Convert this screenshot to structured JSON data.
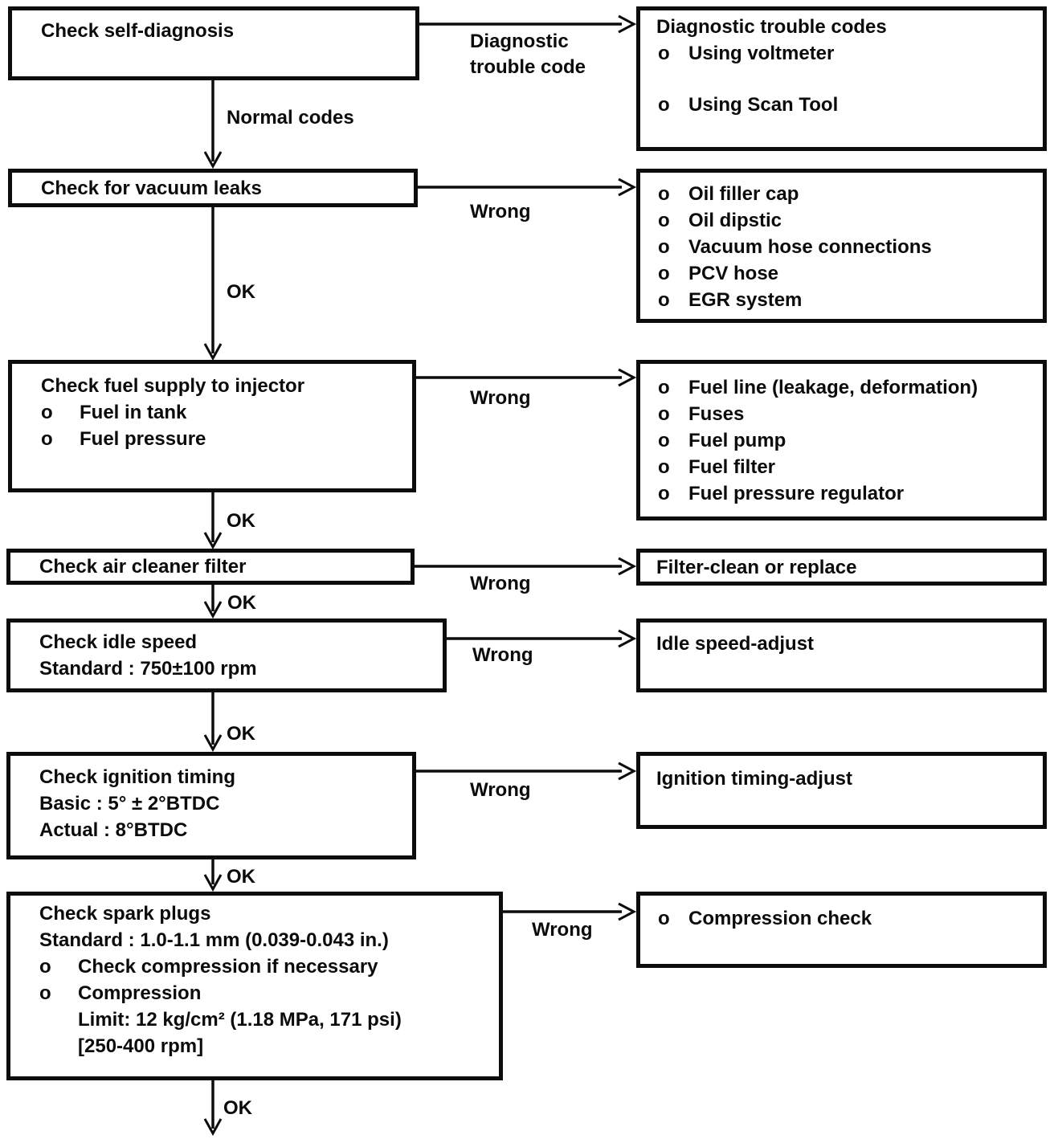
{
  "bullet_char": "o",
  "flow": {
    "steps": [
      {
        "title": "Check self-diagnosis"
      },
      {
        "title": "Check for vacuum leaks"
      },
      {
        "title": "Check fuel supply to injector",
        "bullets": [
          "Fuel in tank",
          "Fuel pressure"
        ]
      },
      {
        "title": "Check air cleaner filter"
      },
      {
        "title": "Check idle speed",
        "lines": [
          "Standard : 750±100 rpm"
        ]
      },
      {
        "title": "Check ignition timing",
        "lines": [
          "Basic : 5° ± 2°BTDC",
          "Actual : 8°BTDC"
        ]
      },
      {
        "title": "Check spark plugs",
        "lines": [
          "Standard : 1.0-1.1 mm (0.039-0.043 in.)"
        ],
        "bullets": [
          "Check compression if necessary",
          "Compression"
        ],
        "sublines": [
          "Limit: 12 kg/cm² (1.18 MPa, 171 psi)",
          "[250-400 rpm]"
        ]
      }
    ],
    "results": [
      {
        "title": "Diagnostic trouble codes",
        "bullets": [
          "Using voltmeter",
          "Using Scan Tool"
        ]
      },
      {
        "bullets": [
          "Oil filler cap",
          "Oil dipstic",
          "Vacuum hose connections",
          "PCV hose",
          "EGR system"
        ]
      },
      {
        "bullets": [
          "Fuel line (leakage, deformation)",
          "Fuses",
          "Fuel pump",
          "Fuel filter",
          "Fuel pressure regulator"
        ]
      },
      {
        "title": "Filter-clean or replace"
      },
      {
        "title": "Idle speed-adjust"
      },
      {
        "title": "Ignition timing-adjust"
      },
      {
        "bullets": [
          "Compression check"
        ]
      }
    ],
    "branch_labels": {
      "right": [
        "Diagnostic trouble code",
        "Wrong",
        "Wrong",
        "Wrong",
        "Wrong",
        "Wrong",
        "Wrong"
      ],
      "down": [
        "Normal codes",
        "OK",
        "OK",
        "OK",
        "OK",
        "OK",
        "OK"
      ]
    }
  },
  "colors": {
    "ink": "#0b0b0b",
    "paper": "#ffffff"
  }
}
